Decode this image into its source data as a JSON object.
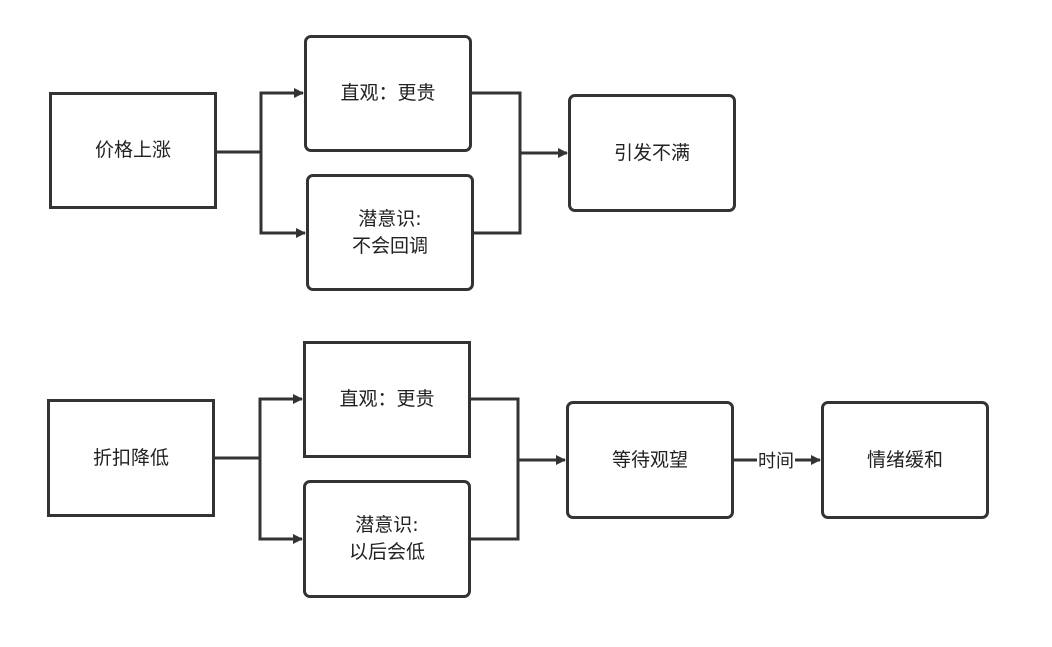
{
  "diagram": {
    "top": {
      "cause": "价格上涨",
      "intuition": "直观：更贵",
      "subconscious_line1": "潜意识:",
      "subconscious_line2": "不会回调",
      "result": "引发不满"
    },
    "bottom": {
      "cause": "折扣降低",
      "intuition": "直观：更贵",
      "subconscious_line1": "潜意识:",
      "subconscious_line2": "以后会低",
      "result": "等待观望",
      "edge_label": "时间",
      "final": "情绪缓和"
    }
  },
  "colors": {
    "stroke": "#333333",
    "text": "#222222",
    "background": "#ffffff"
  }
}
